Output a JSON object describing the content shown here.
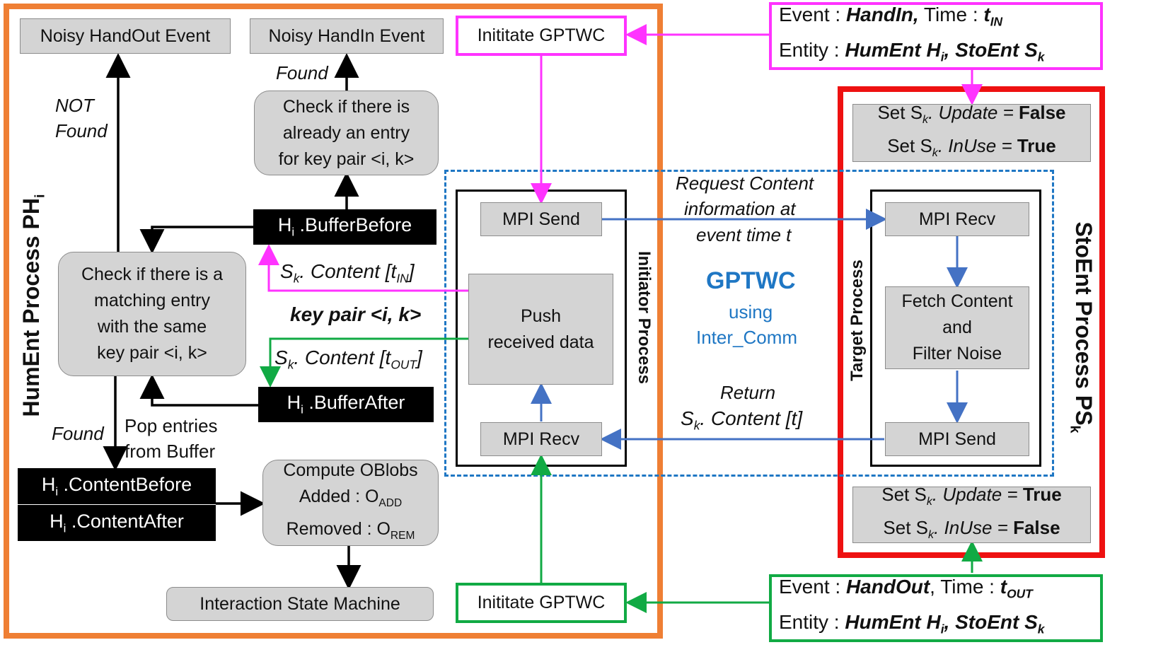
{
  "colors": {
    "humproc_border": "#ef7f34",
    "stoproc_border": "#ee1111",
    "gptwc_dashed": "#1f77c4",
    "magenta": "#ff33ff",
    "green": "#11aa44",
    "blue_arrow": "#4472c4",
    "grey_box": "#d4d4d4",
    "dark_box": "#000000"
  },
  "humproc": {
    "title": "HumEnt Process PH",
    "title_sub": "i",
    "noisy_handout": "Noisy HandOut Event",
    "noisy_handin": "Noisy HandIn Event",
    "found_top": "Found",
    "not_found_1": "NOT",
    "not_found_2": "Found",
    "check_entry": [
      "Check if there is",
      "already an entry",
      "for key pair <i, k>"
    ],
    "buffer_before": {
      "prefix": "H",
      "sub": "i",
      "suffix": " .BufferBefore"
    },
    "buffer_after": {
      "prefix": "H",
      "sub": "i",
      "suffix": " .BufferAfter"
    },
    "check_matching": [
      "Check if there is a",
      "matching entry",
      "with the same",
      "key pair <i, k>"
    ],
    "sk_content_in": {
      "s": "S",
      "s_sub": "k",
      "mid": ". Content [t",
      "t_sub": "IN",
      "end": "]"
    },
    "key_pair": "key pair <i, k>",
    "sk_content_out": {
      "s": "S",
      "s_sub": "k",
      "mid": ". Content [t",
      "t_sub": "OUT",
      "end": "]"
    },
    "found_bottom": "Found",
    "pop_entries": [
      "Pop entries",
      "from Buffer"
    ],
    "content_before": {
      "prefix": "H",
      "sub": "i",
      "suffix": " .ContentBefore"
    },
    "content_after": {
      "prefix": "H",
      "sub": "i",
      "suffix": " .ContentAfter"
    },
    "compute_oblobs": {
      "line1": "Compute OBlobs",
      "added": "Added : O",
      "added_sub": "ADD",
      "removed": "Removed : O",
      "removed_sub": "REM"
    },
    "state_machine": "Interaction State Machine"
  },
  "initiator": {
    "label": "Initiator Process",
    "initiate_top": "Inititate GPTWC",
    "initiate_bottom": "Inititate GPTWC",
    "mpi_send": "MPI Send",
    "push": [
      "Push",
      "received data"
    ],
    "mpi_recv": "MPI Recv"
  },
  "gptwc": {
    "request": [
      "Request Content",
      "information at",
      "event time t"
    ],
    "title": "GPTWC",
    "using": "using",
    "inter_comm": "Inter_Comm",
    "return_1": "Return",
    "return_2": {
      "s": "S",
      "s_sub": "k",
      "rest": ". Content [t]"
    }
  },
  "target": {
    "label": "Target Process",
    "mpi_recv": "MPI Recv",
    "fetch": [
      "Fetch Content",
      "and",
      "Filter Noise"
    ],
    "mpi_send": "MPI Send"
  },
  "stoproc": {
    "title": "StoEnt Process PS",
    "title_sub": "k",
    "set_top": {
      "l1_pre": "Set S",
      "l1_sub": "k",
      "l1_mid": ". Update = ",
      "l1_val": "False",
      "l2_pre": "Set S",
      "l2_sub": "k",
      "l2_mid": ". InUse = ",
      "l2_val": "True"
    },
    "set_bottom": {
      "l1_pre": "Set S",
      "l1_sub": "k",
      "l1_mid": ". Update = ",
      "l1_val": "True",
      "l2_pre": "Set S",
      "l2_sub": "k",
      "l2_mid": ". InUse = ",
      "l2_val": "False"
    }
  },
  "event_in": {
    "l1_a": "Event : ",
    "l1_b": "HandIn,",
    "l1_c": " Time : ",
    "l1_d": "t",
    "l1_d_sub": "IN",
    "l2_a": "Entity : ",
    "l2_b": "HumEnt H",
    "l2_b_sub": "i",
    "l2_c": ", StoEnt S",
    "l2_c_sub": "k"
  },
  "event_out": {
    "l1_a": "Event : ",
    "l1_b": "HandOut",
    "l1_c": ", Time : ",
    "l1_d": "t",
    "l1_d_sub": "OUT",
    "l2_a": "Entity : ",
    "l2_b": "HumEnt H",
    "l2_b_sub": "i",
    "l2_c": ", StoEnt S",
    "l2_c_sub": "k"
  }
}
